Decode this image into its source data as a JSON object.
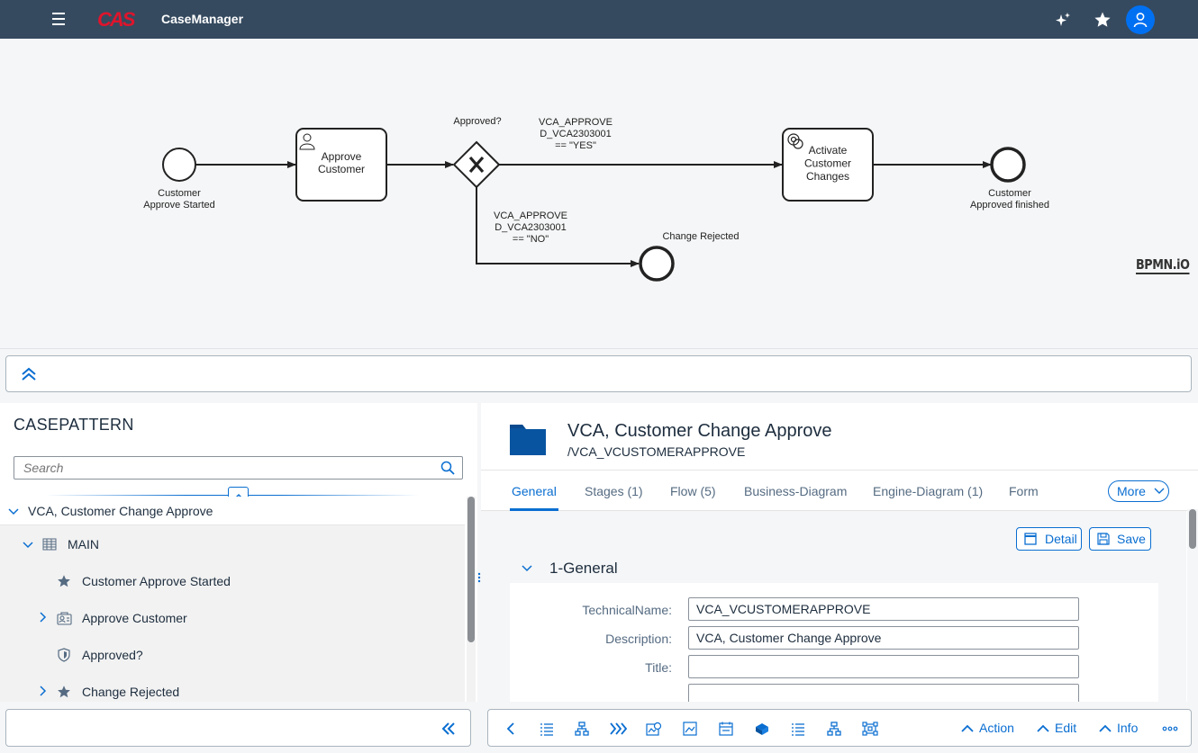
{
  "shell": {
    "logo": "CAS",
    "app_title": "CaseManager",
    "icons": [
      "menu-icon",
      "sparkle-icon",
      "star-icon",
      "user-icon"
    ]
  },
  "diagram": {
    "start_event": "Customer\nApprove Started",
    "task_approve": "Approve\nCustomer",
    "gateway_label": "Approved?",
    "flow_yes": "VCA_APPROVE\nD_VCA2303001\n== \"YES\"",
    "flow_no": "VCA_APPROVE\nD_VCA2303001\n== \"NO\"",
    "task_activate": "Activate\nCustomer\nChanges",
    "end_rejected": "Change Rejected",
    "end_approved": "Customer\nApproved finished",
    "watermark": "BPMN.iO"
  },
  "left": {
    "heading": "CASEPATTERN",
    "search_placeholder": "Search",
    "tree": {
      "root": "VCA, Customer Change Approve",
      "main": "MAIN",
      "items": [
        {
          "label": "Customer Approve Started",
          "icon": "star-icon",
          "expandable": false
        },
        {
          "label": "Approve Customer",
          "icon": "user-task-icon",
          "expandable": true
        },
        {
          "label": "Approved?",
          "icon": "shield-icon",
          "expandable": false
        },
        {
          "label": "Change Rejected",
          "icon": "star-icon",
          "expandable": true
        }
      ]
    }
  },
  "right": {
    "title": "VCA, Customer Change Approve",
    "subtitle": "/VCA_VCUSTOMERAPPROVE",
    "tabs": [
      "General",
      "Stages (1)",
      "Flow (5)",
      "Business-Diagram",
      "Engine-Diagram (1)",
      "Form"
    ],
    "active_tab": "General",
    "more_label": "More",
    "detail_label": "Detail",
    "save_label": "Save",
    "section": "1-General",
    "fields": {
      "technical_name_label": "TechnicalName:",
      "technical_name": "VCA_VCUSTOMERAPPROVE",
      "description_label": "Description:",
      "description": "VCA, Customer Change Approve",
      "title_label": "Title:",
      "title": ""
    }
  },
  "toolbar": {
    "action": "Action",
    "edit": "Edit",
    "info": "Info"
  },
  "colors": {
    "shell": "#354a5f",
    "accent": "#0a6ed1",
    "logo": "#e0142c",
    "folder": "#0854a0"
  }
}
